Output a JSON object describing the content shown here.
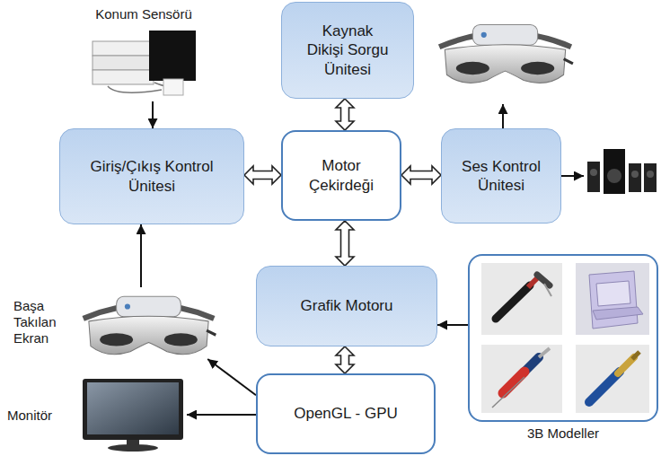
{
  "diagram": {
    "nodes": [
      {
        "text": [
          "Konum Sensörü"
        ]
      },
      {
        "text": [
          "Kaynak Dikişi Sorgu Ünitesi"
        ]
      },
      {
        "text": [
          "Giriş/Çıkış Kontrol Ünitesi"
        ]
      },
      {
        "text": [
          "Motor Çekirdeği"
        ]
      },
      {
        "text": [
          "Ses Kontrol Ünitesi"
        ]
      },
      {
        "text": [
          "Grafik Motoru"
        ]
      },
      {
        "text": [
          "3B Modeller"
        ]
      },
      {
        "text": [
          "Başa Takılan Ekran"
        ]
      },
      {
        "text": [
          "OpenGL - GPU"
        ]
      },
      {
        "text": [
          "Monitör"
        ]
      }
    ],
    "edges": [
      {
        "from": 0,
        "to": 2,
        "arrow": "to"
      },
      {
        "from": 1,
        "to": 3,
        "arrow": "both"
      },
      {
        "from": 2,
        "to": 3,
        "arrow": "both"
      },
      {
        "from": 3,
        "to": 4,
        "arrow": "both"
      },
      {
        "from": 3,
        "to": 5,
        "arrow": "both"
      },
      {
        "from": 6,
        "to": 5,
        "arrow": "to"
      },
      {
        "from": 7,
        "to": 2,
        "arrow": "to"
      },
      {
        "from": 5,
        "to": 8,
        "arrow": "both"
      },
      {
        "from": 8,
        "to": 7,
        "arrow": "to"
      },
      {
        "from": 8,
        "to": 9,
        "arrow": "to"
      }
    ]
  }
}
